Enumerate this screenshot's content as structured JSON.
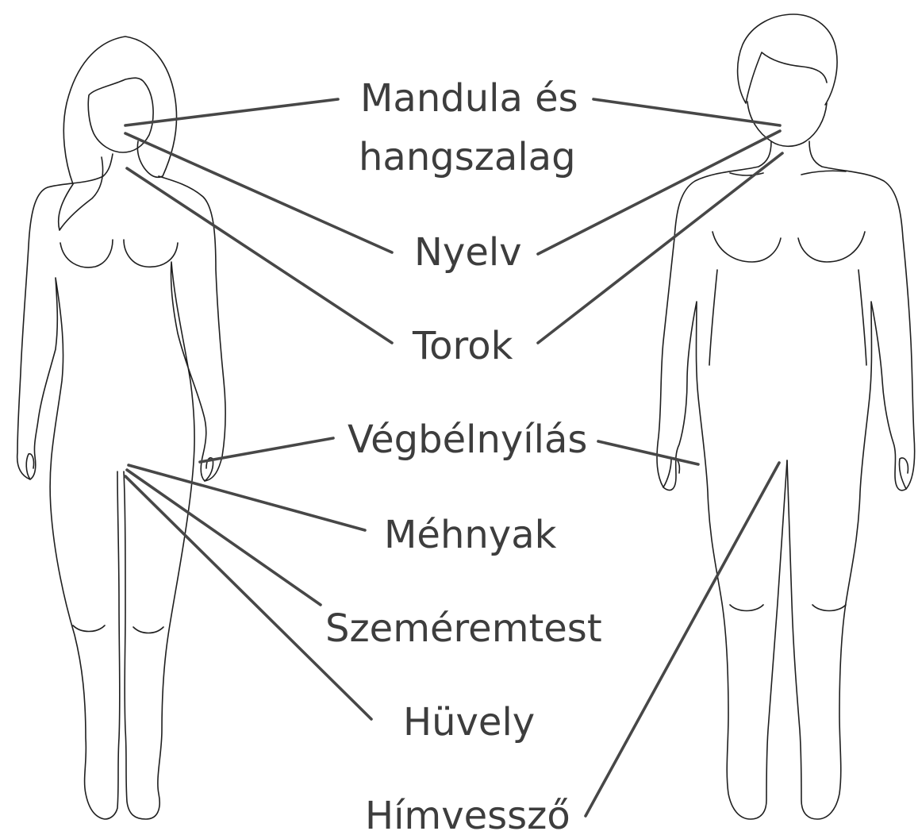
{
  "colors": {
    "background": "#ffffff",
    "outline": "#1f1f1f",
    "leader": "#474747",
    "text": "#3d3d3d"
  },
  "labels": {
    "tonsils_line1": "Mandula és",
    "tonsils_line2": "hangszalag",
    "tongue": "Nyelv",
    "throat": "Torok",
    "anus": "Végbélnyílás",
    "cervix": "Méhnyak",
    "vulva": "Szeméremtest",
    "vagina": "Hüvely",
    "penis": "Hímvessző"
  },
  "figures": {
    "left": "female-body-outline",
    "right": "male-body-outline"
  }
}
